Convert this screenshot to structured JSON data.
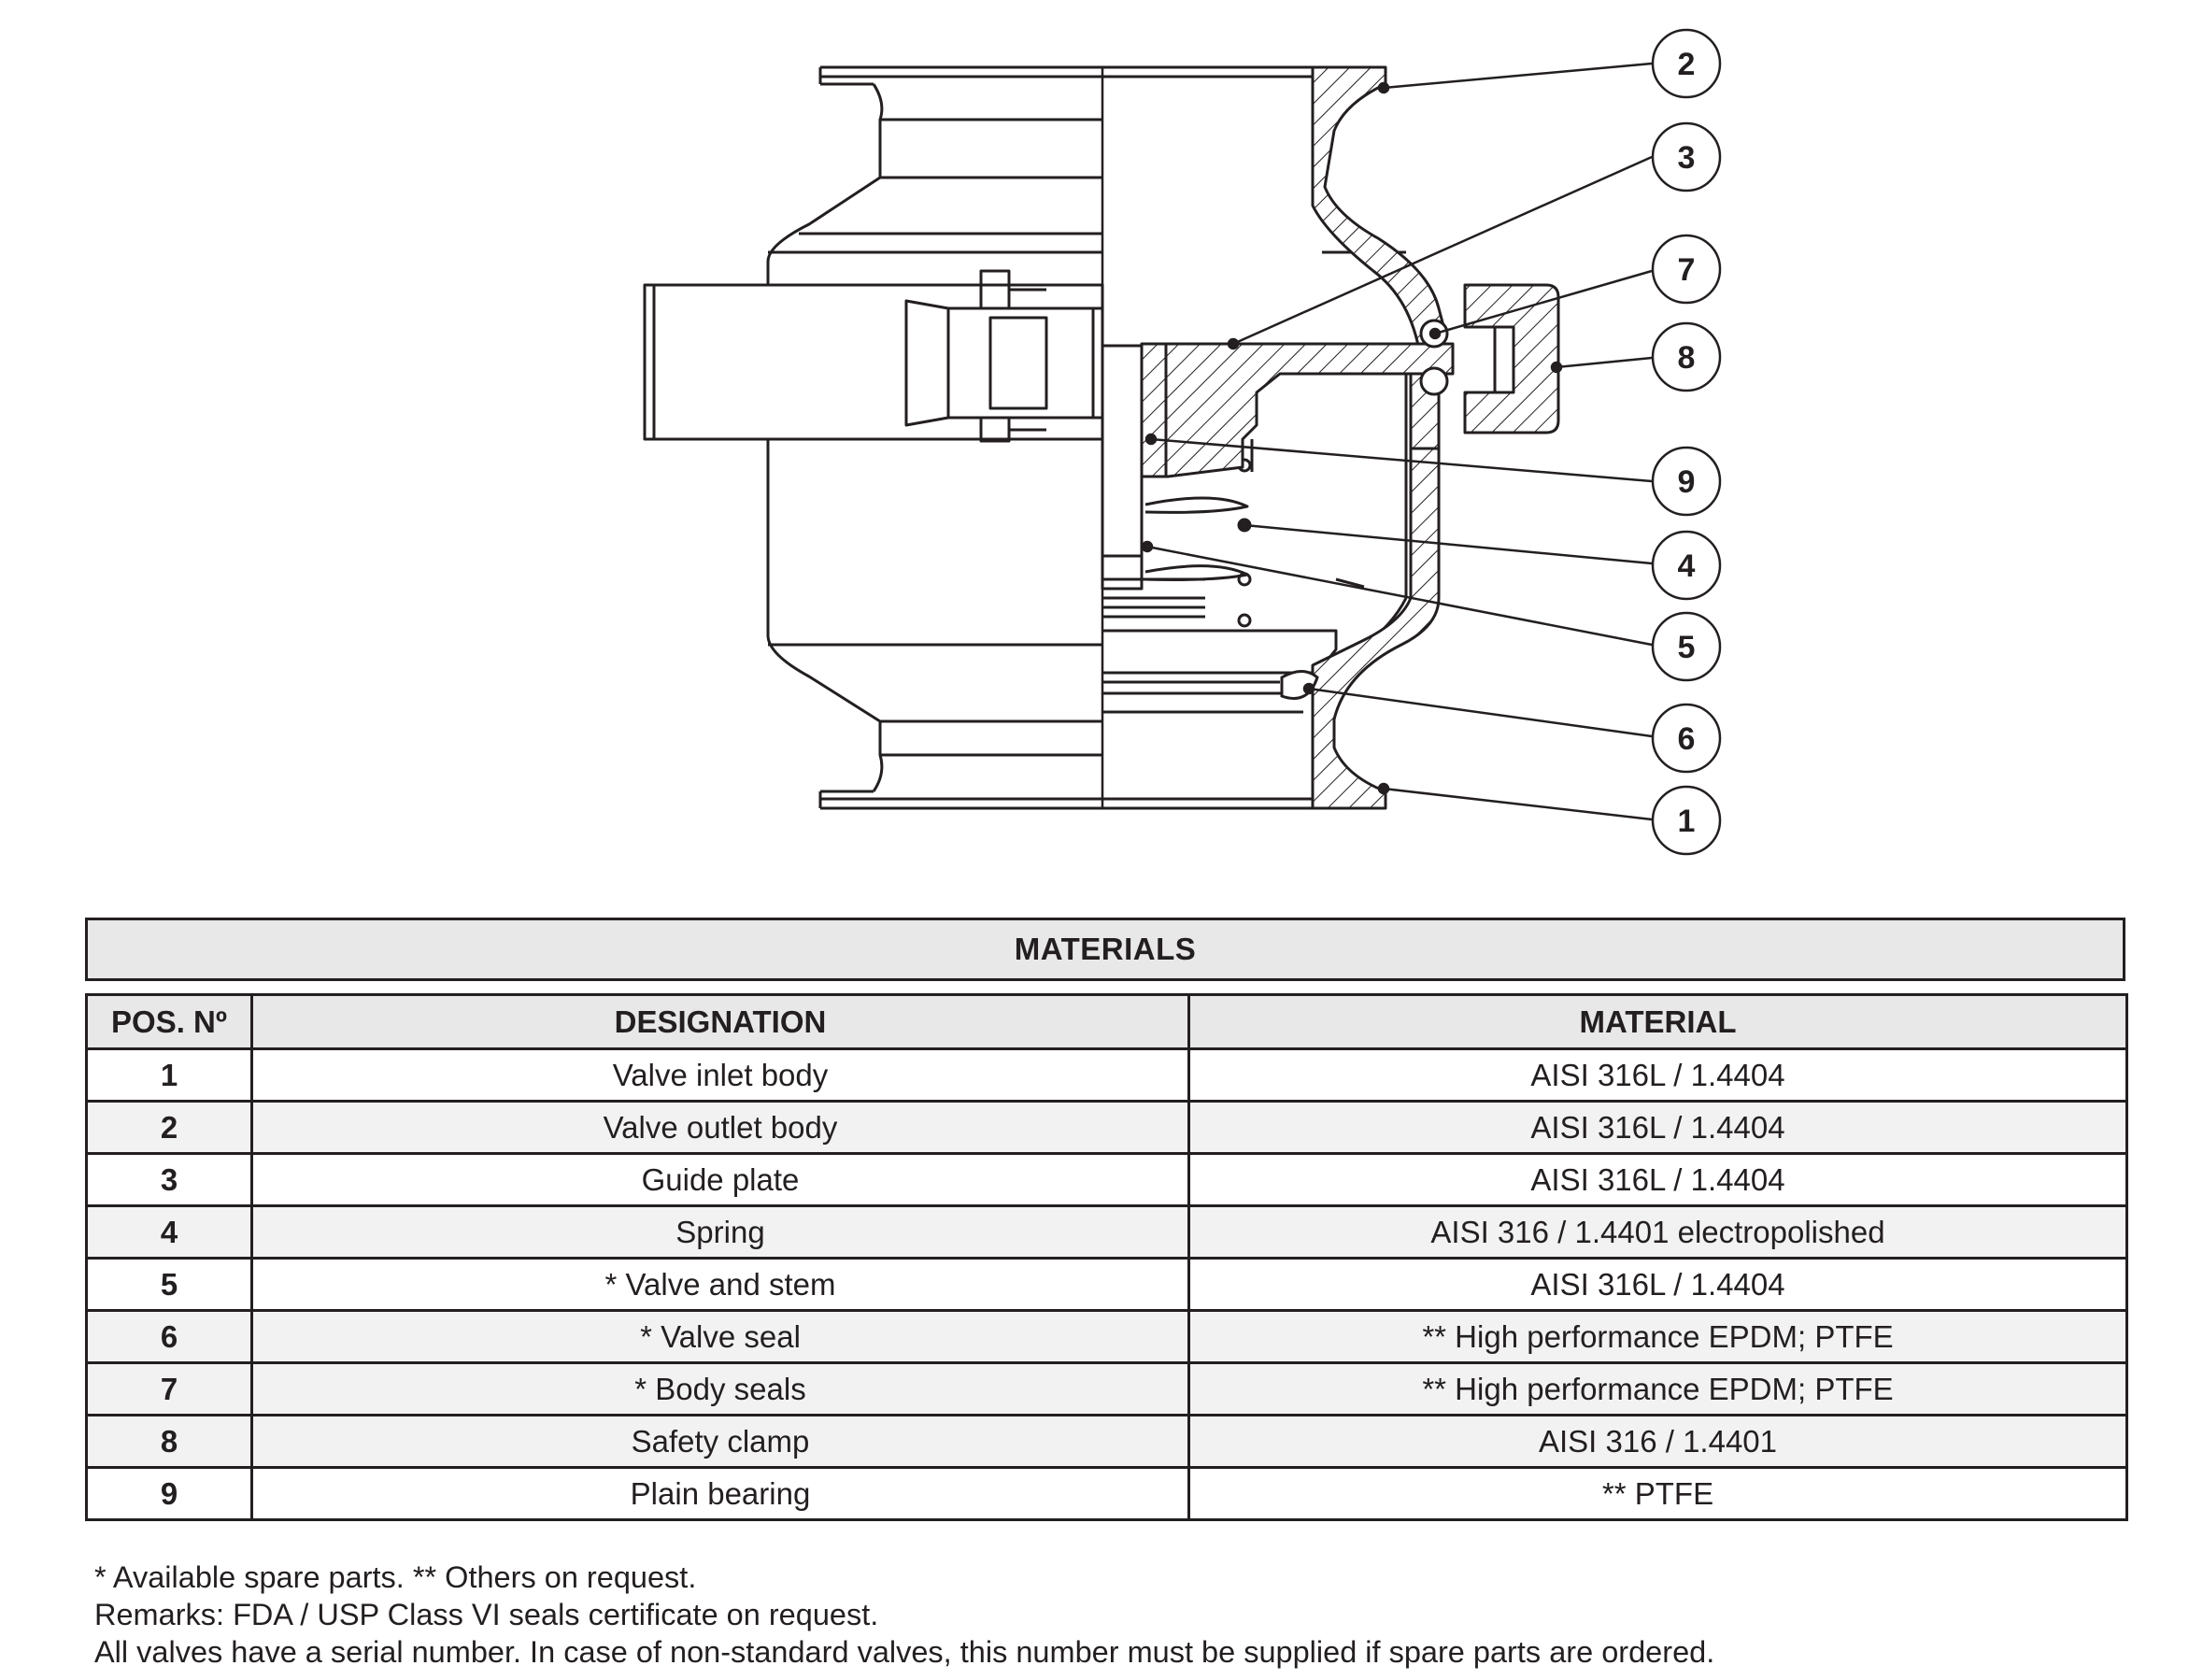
{
  "callouts": [
    "2",
    "3",
    "7",
    "8",
    "9",
    "4",
    "5",
    "6",
    "1"
  ],
  "materials": {
    "title": "MATERIALS",
    "headers": {
      "pos": "POS. Nº",
      "designation": "DESIGNATION",
      "material": "MATERIAL"
    },
    "rows": [
      {
        "pos": "1",
        "designation": "Valve inlet body",
        "material": "AISI 316L / 1.4404"
      },
      {
        "pos": "2",
        "designation": "Valve outlet body",
        "material": "AISI 316L / 1.4404"
      },
      {
        "pos": "3",
        "designation": "Guide plate",
        "material": "AISI 316L / 1.4404"
      },
      {
        "pos": "4",
        "designation": "Spring",
        "material": "AISI 316 / 1.4401 electropolished"
      },
      {
        "pos": "5",
        "designation": "* Valve and stem",
        "material": "AISI 316L / 1.4404"
      },
      {
        "pos": "6",
        "designation": "* Valve seal",
        "material": "** High performance EPDM; PTFE"
      },
      {
        "pos": "7",
        "designation": "* Body seals",
        "material": "** High performance EPDM; PTFE"
      },
      {
        "pos": "8",
        "designation": "Safety clamp",
        "material": "AISI 316 / 1.4401"
      },
      {
        "pos": "9",
        "designation": "Plain bearing",
        "material": "** PTFE"
      }
    ]
  },
  "notes": [
    "* Available spare parts. ** Others on request.",
    "Remarks: FDA / USP Class VI seals certificate on request.",
    "All valves have a serial number. In case of non-standard valves, this number must be supplied if spare parts are ordered."
  ]
}
